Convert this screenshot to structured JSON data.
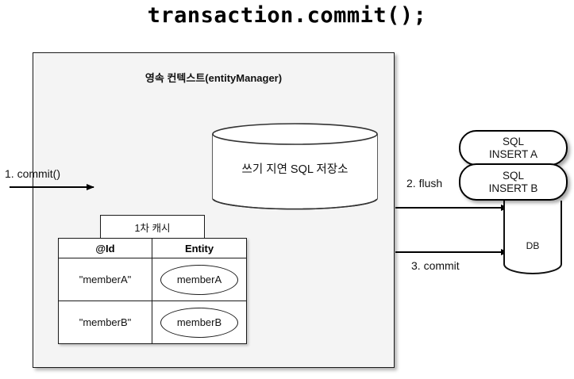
{
  "title": "transaction.commit();",
  "context": {
    "label": "영속 컨텍스트(entityManager)"
  },
  "write_behind_store": {
    "label": "쓰기 지연 SQL 저장소",
    "shape": "cylinder"
  },
  "first_level_cache": {
    "tab_label": "1차 캐시",
    "columns": [
      "@Id",
      "Entity"
    ],
    "rows": [
      {
        "id": "\"memberA\"",
        "entity": "memberA"
      },
      {
        "id": "\"memberB\"",
        "entity": "memberB"
      }
    ]
  },
  "sql_boxes": [
    {
      "line1": "SQL",
      "line2": "INSERT A"
    },
    {
      "line1": "SQL",
      "line2": "INSERT B"
    }
  ],
  "database": {
    "label": "DB",
    "shape": "cylinder"
  },
  "arrows": [
    {
      "label": "1. commit()",
      "direction": "right"
    },
    {
      "label": "2. flush",
      "direction": "right"
    },
    {
      "label": "3. commit",
      "direction": "right"
    }
  ],
  "colors": {
    "background": "#ffffff",
    "context_fill": "#f4f4f4",
    "stroke": "#1a1a1a",
    "text": "#111111"
  }
}
